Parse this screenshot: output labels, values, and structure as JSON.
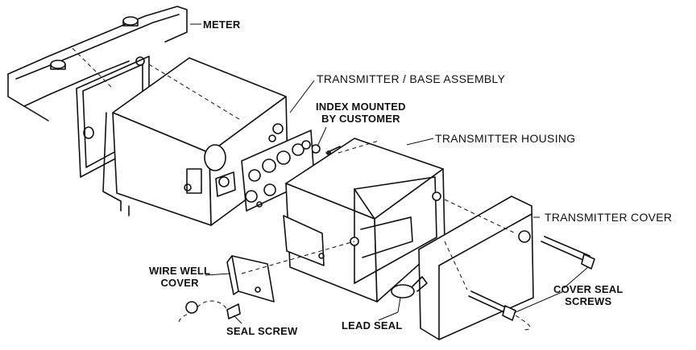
{
  "labels": {
    "meter": "METER",
    "transmitter_base_assembly": "TRANSMITTER / BASE ASSEMBLY",
    "index_mounted_line1": "INDEX MOUNTED",
    "index_mounted_line2": "BY CUSTOMER",
    "transmitter_housing": "TRANSMITTER HOUSING",
    "transmitter_cover": "TRANSMITTER COVER",
    "wire_well_cover_line1": "WIRE WELL",
    "wire_well_cover_line2": "COVER",
    "cover_seal_screws_line1": "COVER SEAL",
    "cover_seal_screws_line2": "SCREWS",
    "seal_screw": "SEAL SCREW",
    "lead_seal": "LEAD SEAL"
  },
  "colors": {
    "ink": "#111111",
    "paper": "#ffffff"
  }
}
